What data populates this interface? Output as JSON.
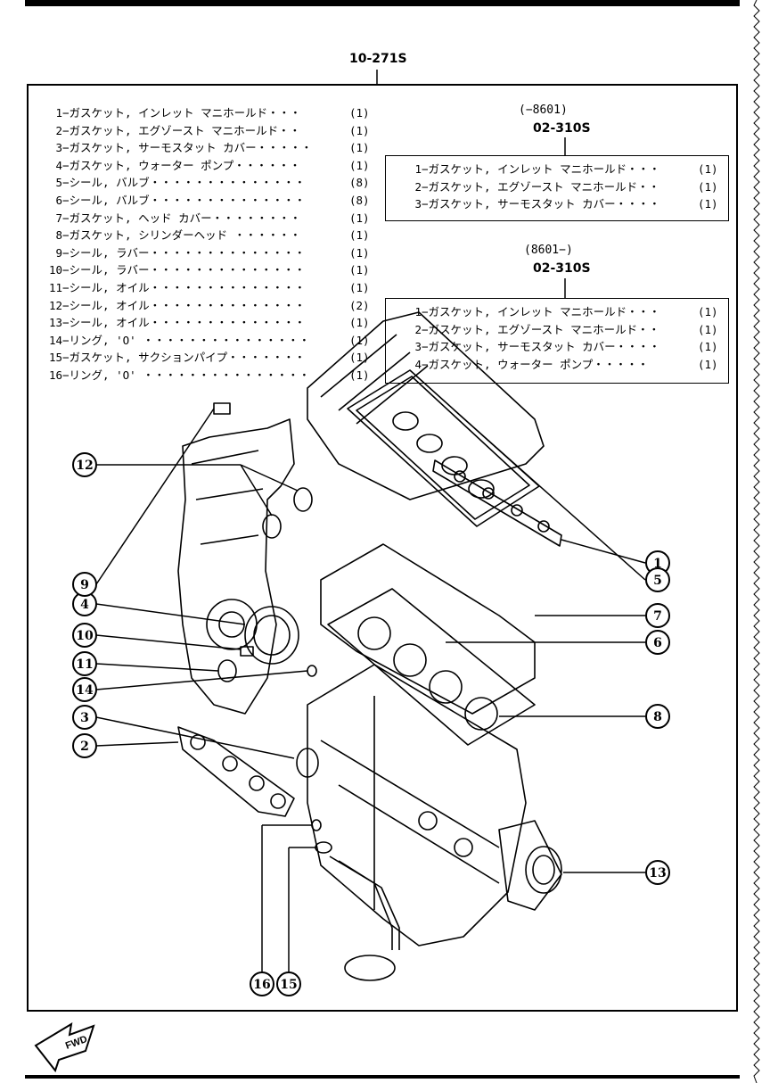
{
  "main_part_number": "10-271S",
  "parts_list": [
    {
      "num": "1",
      "name": "−ガスケット, インレット マニホールド・・・",
      "qty": "(1)"
    },
    {
      "num": "2",
      "name": "−ガスケット, エグゾースト マニホールド・・",
      "qty": "(1)"
    },
    {
      "num": "3",
      "name": "−ガスケット, サーモスタット カバー・・・・・",
      "qty": "(1)"
    },
    {
      "num": "4",
      "name": "−ガスケット, ウォーター ポンプ・・・・・・",
      "qty": "(1)"
    },
    {
      "num": "5",
      "name": "−シール, バルブ・・・・・・・・・・・・・・",
      "qty": "(8)"
    },
    {
      "num": "6",
      "name": "−シール, バルブ・・・・・・・・・・・・・・",
      "qty": "(8)"
    },
    {
      "num": "7",
      "name": "−ガスケット, ヘッド カバー・・・・・・・・",
      "qty": "(1)"
    },
    {
      "num": "8",
      "name": "−ガスケット, シリンダーヘッド ・・・・・・",
      "qty": "(1)"
    },
    {
      "num": "9",
      "name": "−シール, ラバー・・・・・・・・・・・・・・",
      "qty": "(1)"
    },
    {
      "num": "10",
      "name": "−シール, ラバー・・・・・・・・・・・・・・",
      "qty": "(1)"
    },
    {
      "num": "11",
      "name": "−シール, オイル・・・・・・・・・・・・・・",
      "qty": "(1)"
    },
    {
      "num": "12",
      "name": "−シール, オイル・・・・・・・・・・・・・・",
      "qty": "(2)"
    },
    {
      "num": "13",
      "name": "−シール, オイル・・・・・・・・・・・・・・",
      "qty": "(1)"
    },
    {
      "num": "14",
      "name": "−リング, 'O' ・・・・・・・・・・・・・・・",
      "qty": "(1)"
    },
    {
      "num": "15",
      "name": "−ガスケット, サクションパイプ・・・・・・・",
      "qty": "(1)"
    },
    {
      "num": "16",
      "name": "−リング, 'O' ・・・・・・・・・・・・・・・",
      "qty": "(1)"
    }
  ],
  "kit_a": {
    "range": "(−8601)",
    "part_number": "02-310S",
    "items": [
      {
        "num": "1",
        "name": "−ガスケット, インレット マニホールド・・・",
        "qty": "(1)"
      },
      {
        "num": "2",
        "name": "−ガスケット, エグゾースト マニホールド・・",
        "qty": "(1)"
      },
      {
        "num": "3",
        "name": "−ガスケット, サーモスタット カバー・・・・",
        "qty": "(1)"
      }
    ]
  },
  "kit_b": {
    "range": "(8601−)",
    "part_number": "02-310S",
    "items": [
      {
        "num": "1",
        "name": "−ガスケット, インレット マニホールド・・・",
        "qty": "(1)"
      },
      {
        "num": "2",
        "name": "−ガスケット, エグゾースト マニホールド・・",
        "qty": "(1)"
      },
      {
        "num": "3",
        "name": "−ガスケット, サーモスタット カバー・・・・",
        "qty": "(1)"
      },
      {
        "num": "4",
        "name": "−ガスケット, ウォーター ポンプ・・・・・",
        "qty": "(1)"
      }
    ]
  },
  "callouts": [
    "1",
    "2",
    "3",
    "4",
    "5",
    "6",
    "7",
    "8",
    "9",
    "10",
    "11",
    "12",
    "13",
    "14",
    "15",
    "16"
  ],
  "fwd_label": "FWD"
}
